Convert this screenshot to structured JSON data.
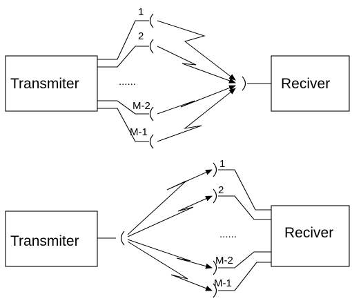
{
  "diagram": {
    "top": {
      "transmitter_label": "Transmiter",
      "receiver_label": "Reciver",
      "ellipsis": "......",
      "antenna_labels": [
        "1",
        "2",
        "M-2",
        "M-1"
      ]
    },
    "bottom": {
      "transmitter_label": "Transmiter",
      "receiver_label": "Reciver",
      "ellipsis": "......",
      "antenna_labels": [
        "1",
        "2",
        "M-2",
        "M-1"
      ]
    }
  }
}
